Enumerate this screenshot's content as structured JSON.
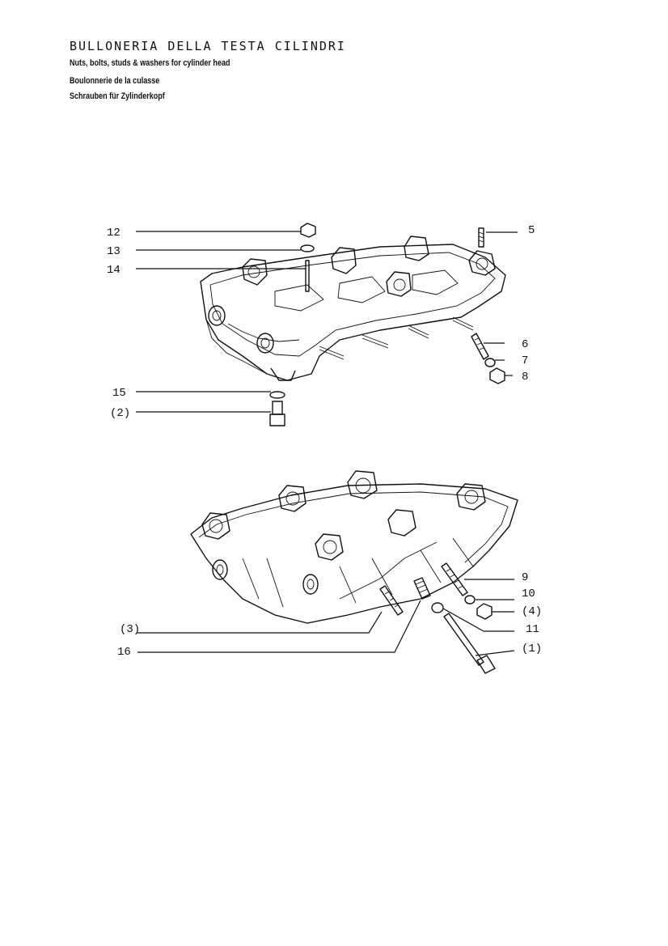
{
  "header": {
    "title": "BULLONERIA DELLA TESTA CILINDRI",
    "subtitles": [
      "Nuts, bolts, studs & washers for cylinder head",
      "Boulonnerie de la culasse",
      "Schrauben für Zylinderkopf"
    ]
  },
  "callouts": {
    "upper": {
      "c12": "12",
      "c13": "13",
      "c14": "14",
      "c5": "5",
      "c6": "6",
      "c7": "7",
      "c8": "8",
      "c15": "15",
      "c2": "(2)"
    },
    "lower": {
      "c9": "9",
      "c10": "10",
      "c4": "(4)",
      "c11": "11",
      "c1": "(1)",
      "c3": "(3)",
      "c16": "16"
    }
  }
}
